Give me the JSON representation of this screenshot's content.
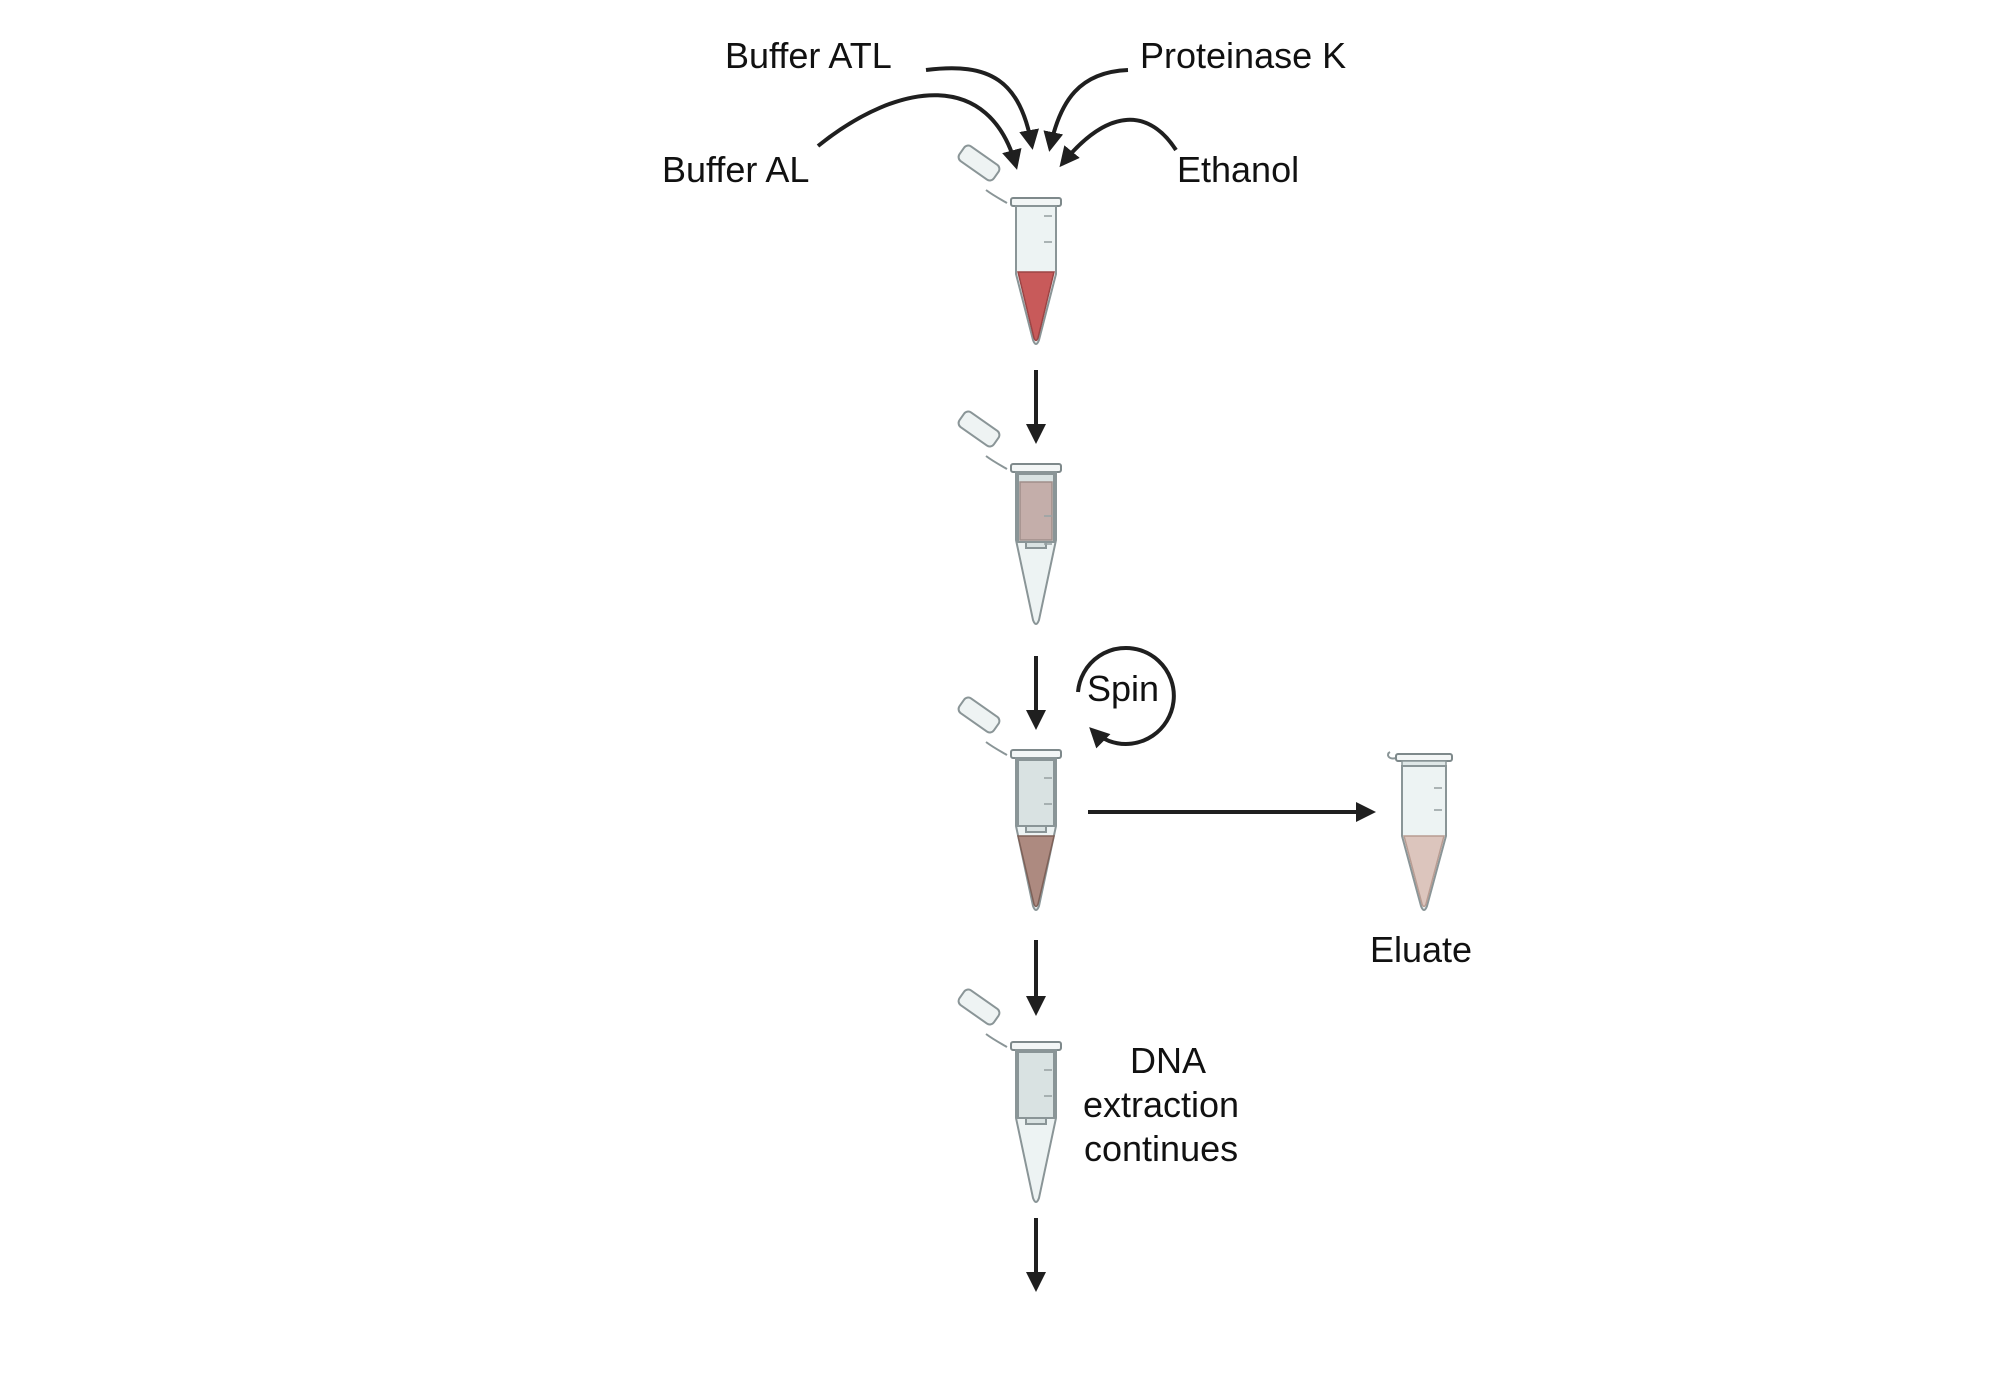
{
  "labels": {
    "buffer_atl": "Buffer ATL",
    "proteinase_k": "Proteinase K",
    "buffer_al": "Buffer AL",
    "ethanol": "Ethanol",
    "spin": "Spin",
    "eluate": "Eluate",
    "dna_line1": "DNA",
    "dna_line2": "extraction",
    "dna_line3": "continues"
  },
  "colors": {
    "sample_liquid": "#c85a5a",
    "column_sample": "#c4aeaa",
    "spun_liquid": "#ad8a80",
    "eluate_liquid": "#dcc5bd",
    "arrow": "#1f1f1f"
  }
}
